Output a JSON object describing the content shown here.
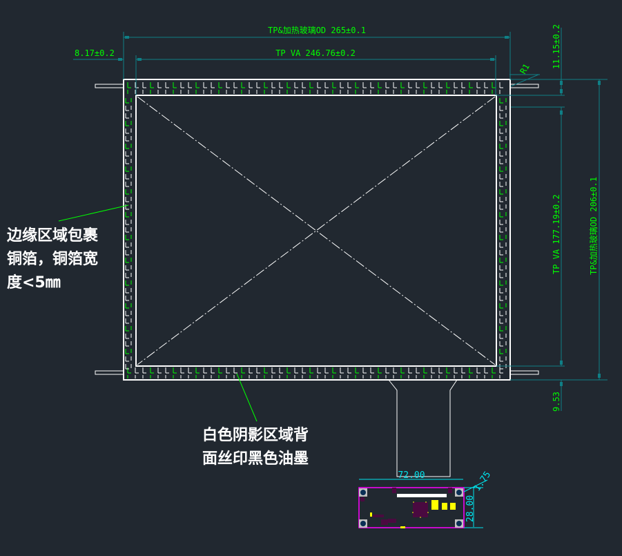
{
  "dimensions": {
    "od_width": "TP&加热玻璃OD 265±0.1",
    "va_width": "TP VA 246.76±0.2",
    "left_offset": "8.17±0.2",
    "top_offset": "11.15±0.2",
    "va_height": "TP VA 177.19±0.2",
    "od_height": "TP&加热玻璃OD 206±0.1",
    "bottom_offset": "9.53",
    "corner_radius": "R1",
    "fpc_width": "72.00",
    "fpc_height": "28.00",
    "fpc_corner": "1.75"
  },
  "notes": {
    "edge_note": [
      "边缘区域包裹",
      "铜箔，铜箔宽",
      "度<5㎜"
    ],
    "silk_note": [
      "白色阴影区域背",
      "面丝印黑色油墨"
    ]
  },
  "colors": {
    "dim_line": "#0f7f86",
    "dim_text": "#00ff00",
    "outline": "#ffffff",
    "pcb": "#ff00ff"
  }
}
